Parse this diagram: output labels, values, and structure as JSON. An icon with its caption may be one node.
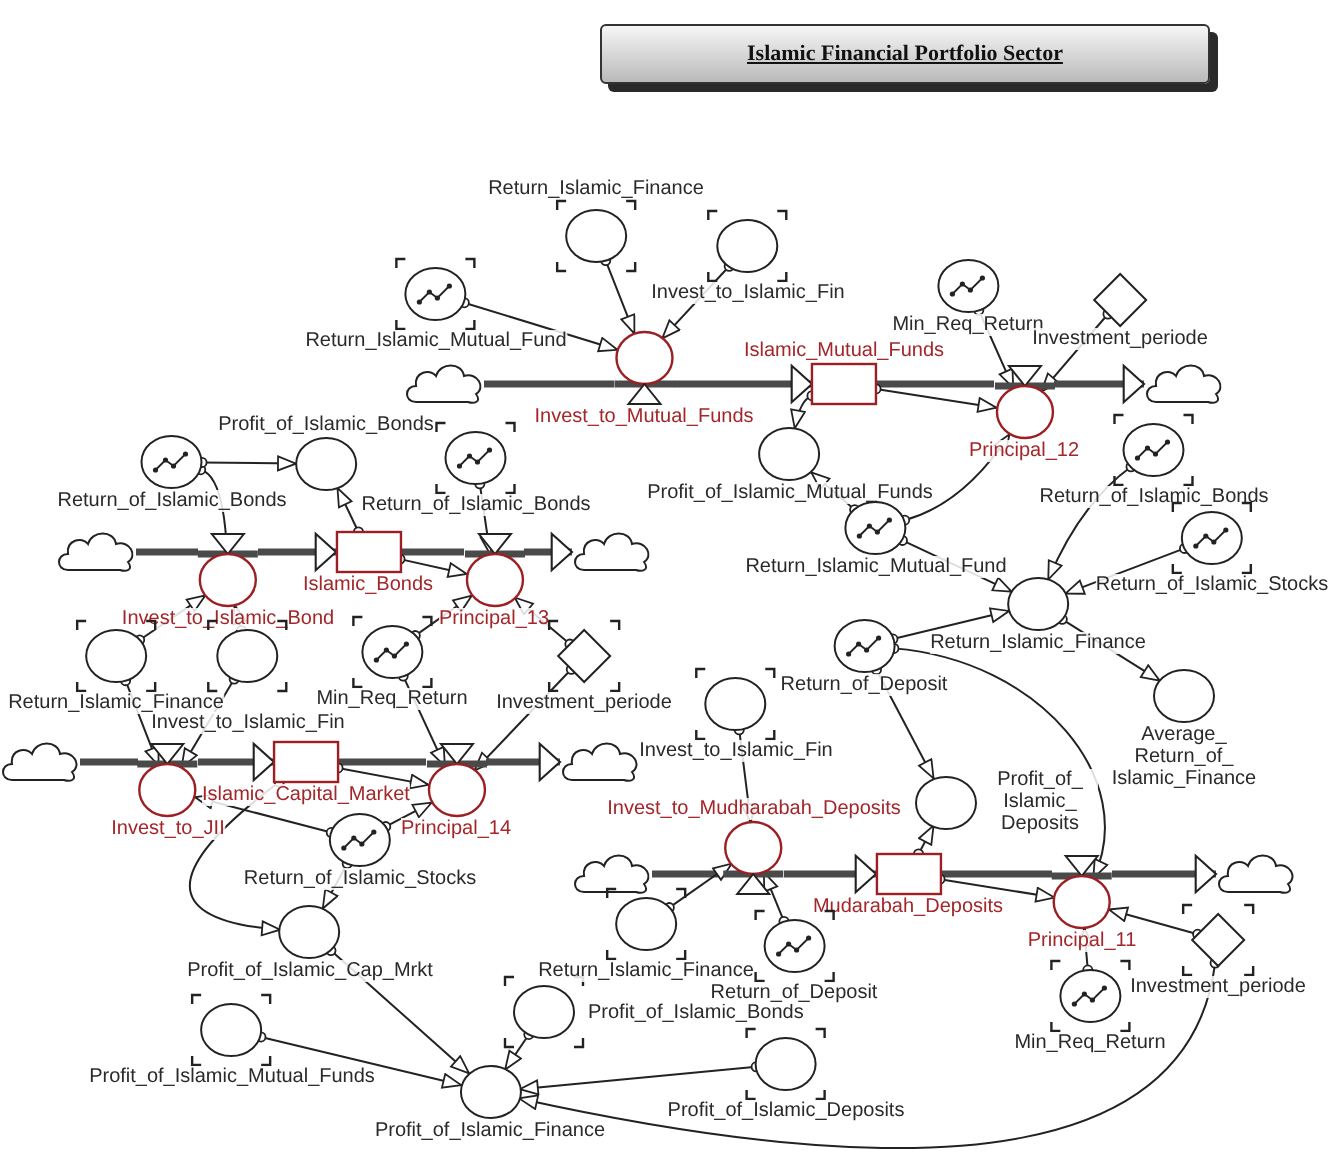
{
  "diagram": {
    "title": "Islamic Financial Portfolio Sector",
    "nodes": [
      {
        "text": [],
        "shape": "cloud"
      },
      {
        "text": [
          "Invest_to_Mutual_Funds"
        ]
      },
      {
        "text": [
          "Islamic_Mutual_Funds"
        ]
      },
      {
        "text": [
          "Principal_12"
        ]
      },
      {
        "text": [],
        "shape": "cloud"
      },
      {
        "text": [
          "Return_Islamic_Finance"
        ]
      },
      {
        "text": [
          "Invest_to_Islamic_Fin"
        ]
      },
      {
        "text": [
          "Return_Islamic_Mutual_Fund"
        ]
      },
      {
        "text": [
          "Min_Req_Return"
        ]
      },
      {
        "text": [
          "Investment_periode"
        ]
      },
      {
        "text": [],
        "shape": "cloud"
      },
      {
        "text": [
          "Invest_to_Islamic_Bond"
        ]
      },
      {
        "text": [
          "Islamic_Bonds"
        ]
      },
      {
        "text": [
          "Principal_13"
        ]
      },
      {
        "text": [],
        "shape": "cloud"
      },
      {
        "text": [
          "Profit_of_Islamic_Bonds"
        ]
      },
      {
        "text": [
          "Return_of_Islamic_Bonds"
        ]
      },
      {
        "text": [
          "Return_of_Islamic_Bonds"
        ]
      },
      {
        "text": [
          "Return_Islamic_Finance"
        ]
      },
      {
        "text": [
          "Invest_to_Islamic_Fin"
        ]
      },
      {
        "text": [
          "Min_Req_Return"
        ]
      },
      {
        "text": [
          "Investment_periode"
        ]
      },
      {
        "text": [],
        "shape": "cloud"
      },
      {
        "text": [
          "Invest_to_JII"
        ]
      },
      {
        "text": [
          "Islamic_Capital_Market"
        ]
      },
      {
        "text": [
          "Principal_14"
        ]
      },
      {
        "text": [],
        "shape": "cloud"
      },
      {
        "text": [
          "Return_of_Islamic_Stocks"
        ]
      },
      {
        "text": [
          "Profit_of_Islamic_Cap_Mrkt"
        ]
      },
      {
        "text": [
          "Profit_of_Islamic_Mutual_Funds"
        ]
      },
      {
        "text": [
          "Profit_of_Islamic_Finance"
        ]
      },
      {
        "text": [
          "Profit_of_Islamic_Bonds"
        ]
      },
      {
        "text": [
          "Profit_of_Islamic_Deposits"
        ]
      },
      {
        "text": [
          "Profit_of_Islamic_Mutual_Funds"
        ]
      },
      {
        "text": [
          "Return_Islamic_Mutual_Fund"
        ]
      },
      {
        "text": [
          "Return_of_Islamic_Bonds"
        ]
      },
      {
        "text": [
          "Return_of_Islamic_Stocks"
        ]
      },
      {
        "text": [
          "Return_Islamic_Finance"
        ]
      },
      {
        "text": [
          "Average_Return_of_Islamic_Finance"
        ]
      },
      {
        "text": [
          "Return_of_Deposit"
        ]
      },
      {
        "text": [
          "Invest_to_Islamic_Fin"
        ]
      },
      {
        "text": [
          "Profit_of_Islamic_Deposits"
        ]
      },
      {
        "text": [],
        "shape": "cloud"
      },
      {
        "text": [
          "Invest_to_Mudharabah_Deposits"
        ]
      },
      {
        "text": [
          "Mudarabah_Deposits"
        ]
      },
      {
        "text": [
          "Principal_11"
        ]
      },
      {
        "text": [],
        "shape": "cloud"
      },
      {
        "text": [
          "Return_Islamic_Finance"
        ]
      },
      {
        "text": [
          "Return_of_Deposit"
        ]
      },
      {
        "text": [
          "Min_Req_Return"
        ]
      },
      {
        "text": [
          "Investment_periode"
        ]
      }
    ],
    "edges": [
      {
        "from": 0,
        "to": 1,
        "arrow": "none",
        "style": "thick"
      },
      {
        "from": 2,
        "to": 3,
        "arrow": "none",
        "style": "thick"
      },
      {
        "from": 10,
        "to": 11,
        "arrow": "none",
        "style": "thick"
      },
      {
        "from": 12,
        "to": 13,
        "arrow": "none",
        "style": "thick"
      },
      {
        "from": 22,
        "to": 23,
        "arrow": "none",
        "style": "thick"
      },
      {
        "from": 24,
        "to": 25,
        "arrow": "none",
        "style": "thick"
      },
      {
        "from": 42,
        "to": 43,
        "arrow": "none",
        "style": "thick"
      },
      {
        "from": 44,
        "to": 45,
        "arrow": "none",
        "style": "thick"
      },
      {
        "from": 5,
        "to": 1,
        "arrow": "to"
      },
      {
        "from": 6,
        "to": 1,
        "arrow": "to"
      },
      {
        "from": 7,
        "to": 1,
        "arrow": "to"
      },
      {
        "from": 2,
        "to": 3,
        "arrow": "to"
      },
      {
        "from": 8,
        "to": 3,
        "arrow": "to"
      },
      {
        "from": 9,
        "to": 3,
        "arrow": "to"
      },
      {
        "from": 2,
        "to": 33,
        "arrow": "to"
      },
      {
        "from": 34,
        "to": 33,
        "arrow": "to"
      },
      {
        "from": 34,
        "to": 3,
        "arrow": "to"
      },
      {
        "from": 34,
        "to": 37,
        "arrow": "to"
      },
      {
        "from": 35,
        "to": 37,
        "arrow": "to"
      },
      {
        "from": 36,
        "to": 37,
        "arrow": "to"
      },
      {
        "from": 39,
        "to": 37,
        "arrow": "to"
      },
      {
        "from": 37,
        "to": 38,
        "arrow": "to"
      },
      {
        "from": 39,
        "to": 41,
        "arrow": "to"
      },
      {
        "from": 39,
        "to": 45,
        "arrow": "to"
      },
      {
        "from": 40,
        "to": 43,
        "arrow": "to"
      },
      {
        "from": 44,
        "to": 41,
        "arrow": "to"
      },
      {
        "from": 44,
        "to": 45,
        "arrow": "to"
      },
      {
        "from": 47,
        "to": 43,
        "arrow": "to"
      },
      {
        "from": 48,
        "to": 43,
        "arrow": "to"
      },
      {
        "from": 49,
        "to": 45,
        "arrow": "to"
      },
      {
        "from": 50,
        "to": 45,
        "arrow": "to"
      },
      {
        "from": 50,
        "to": 30,
        "arrow": "to"
      },
      {
        "from": 32,
        "to": 30,
        "arrow": "to"
      },
      {
        "from": 29,
        "to": 30,
        "arrow": "to"
      },
      {
        "from": 28,
        "to": 30,
        "arrow": "to"
      },
      {
        "from": 31,
        "to": 30,
        "arrow": "to"
      },
      {
        "from": 27,
        "to": 23,
        "arrow": "to"
      },
      {
        "from": 27,
        "to": 25,
        "arrow": "to"
      },
      {
        "from": 27,
        "to": 28,
        "arrow": "to"
      },
      {
        "from": 24,
        "to": 28,
        "arrow": "to"
      },
      {
        "from": 24,
        "to": 25,
        "arrow": "to"
      },
      {
        "from": 18,
        "to": 23,
        "arrow": "to"
      },
      {
        "from": 19,
        "to": 23,
        "arrow": "to"
      },
      {
        "from": 20,
        "to": 25,
        "arrow": "to"
      },
      {
        "from": 21,
        "to": 25,
        "arrow": "to"
      },
      {
        "from": 18,
        "to": 11,
        "arrow": "to"
      },
      {
        "from": 19,
        "to": 11,
        "arrow": "to"
      },
      {
        "from": 20,
        "to": 13,
        "arrow": "to"
      },
      {
        "from": 21,
        "to": 13,
        "arrow": "to"
      },
      {
        "from": 12,
        "to": 13,
        "arrow": "to"
      },
      {
        "from": 17,
        "to": 13,
        "arrow": "to"
      },
      {
        "from": 16,
        "to": 11,
        "arrow": "to"
      },
      {
        "from": 16,
        "to": 15,
        "arrow": "to"
      },
      {
        "from": 12,
        "to": 15,
        "arrow": "to"
      },
      {
        "from": 1,
        "to": 2,
        "arrow": "to",
        "style": "thick"
      },
      {
        "from": 3,
        "to": 4,
        "arrow": "to",
        "style": "thick"
      },
      {
        "from": 11,
        "to": 12,
        "arrow": "to",
        "style": "thick"
      },
      {
        "from": 13,
        "to": 14,
        "arrow": "to",
        "style": "thick"
      },
      {
        "from": 23,
        "to": 24,
        "arrow": "to",
        "style": "thick"
      },
      {
        "from": 25,
        "to": 26,
        "arrow": "to",
        "style": "thick"
      },
      {
        "from": 43,
        "to": 44,
        "arrow": "to",
        "style": "thick"
      },
      {
        "from": 45,
        "to": 46,
        "arrow": "to",
        "style": "thick"
      }
    ]
  }
}
